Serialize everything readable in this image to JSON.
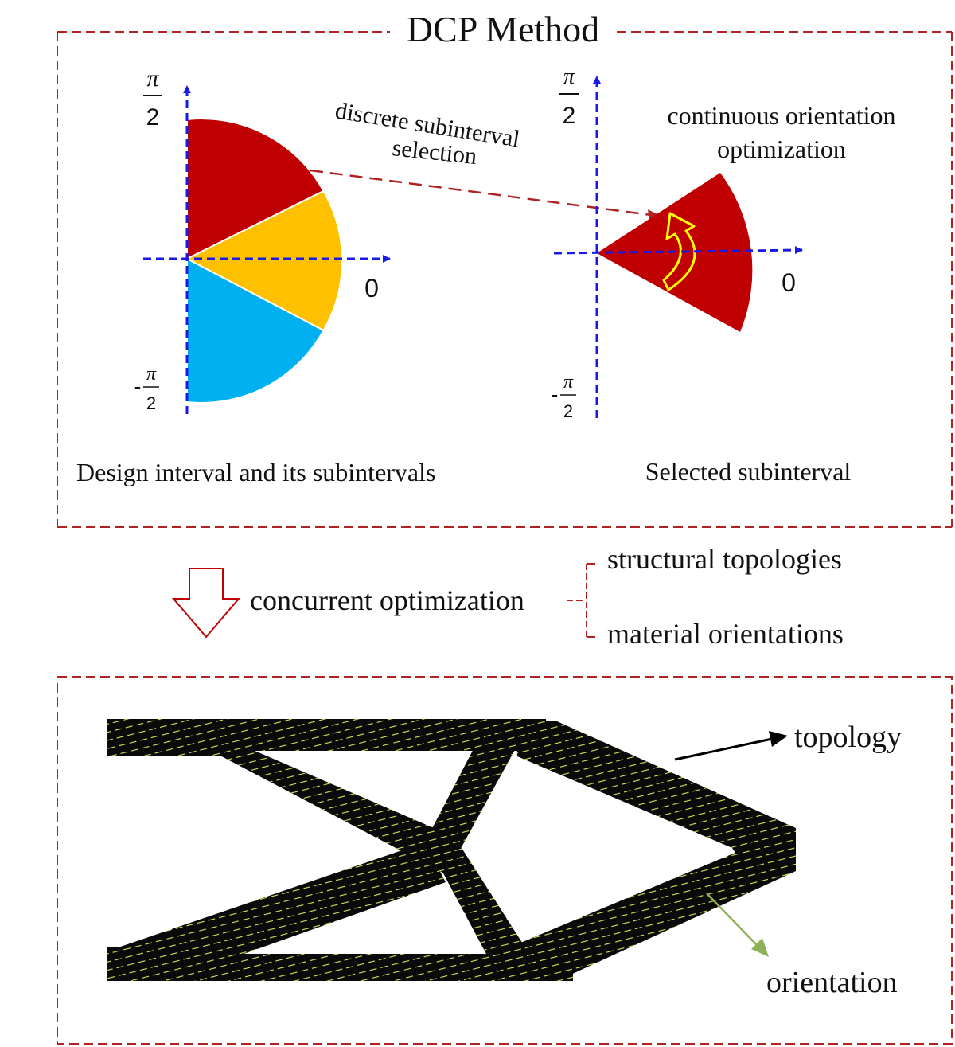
{
  "title": "DCP Method",
  "left_panel": {
    "top_numerator": "π",
    "top_denominator": "2",
    "zero_label": "0",
    "bottom_sign": "-",
    "bottom_numerator": "π",
    "bottom_denominator": "2",
    "caption": "Design interval and its subintervals"
  },
  "right_panel": {
    "top_numerator": "π",
    "top_denominator": "2",
    "zero_label": "0",
    "bottom_sign": "-",
    "bottom_numerator": "π",
    "bottom_denominator": "2",
    "caption": "Selected subinterval"
  },
  "arrow_label": {
    "line1": "discrete subinterval",
    "line2": "selection"
  },
  "continuous_label": {
    "line1": "continuous orientation",
    "line2": "optimization"
  },
  "concurrent": {
    "label": "concurrent optimization",
    "branch_top": "structural topologies",
    "branch_bottom": "material orientations"
  },
  "bottom_labels": {
    "topology": "topology",
    "orientation": "orientation"
  },
  "colors": {
    "frame": "#b22222",
    "axis": "#1a1ae6",
    "sector_red": "#c00000",
    "sector_yellow": "#ffc000",
    "sector_blue": "#00b0f0",
    "rotation_arrow": "#ffff00",
    "structure": "#0a0a0a",
    "fiber": "#d4e85a",
    "orientation_pointer": "#8db05a"
  }
}
